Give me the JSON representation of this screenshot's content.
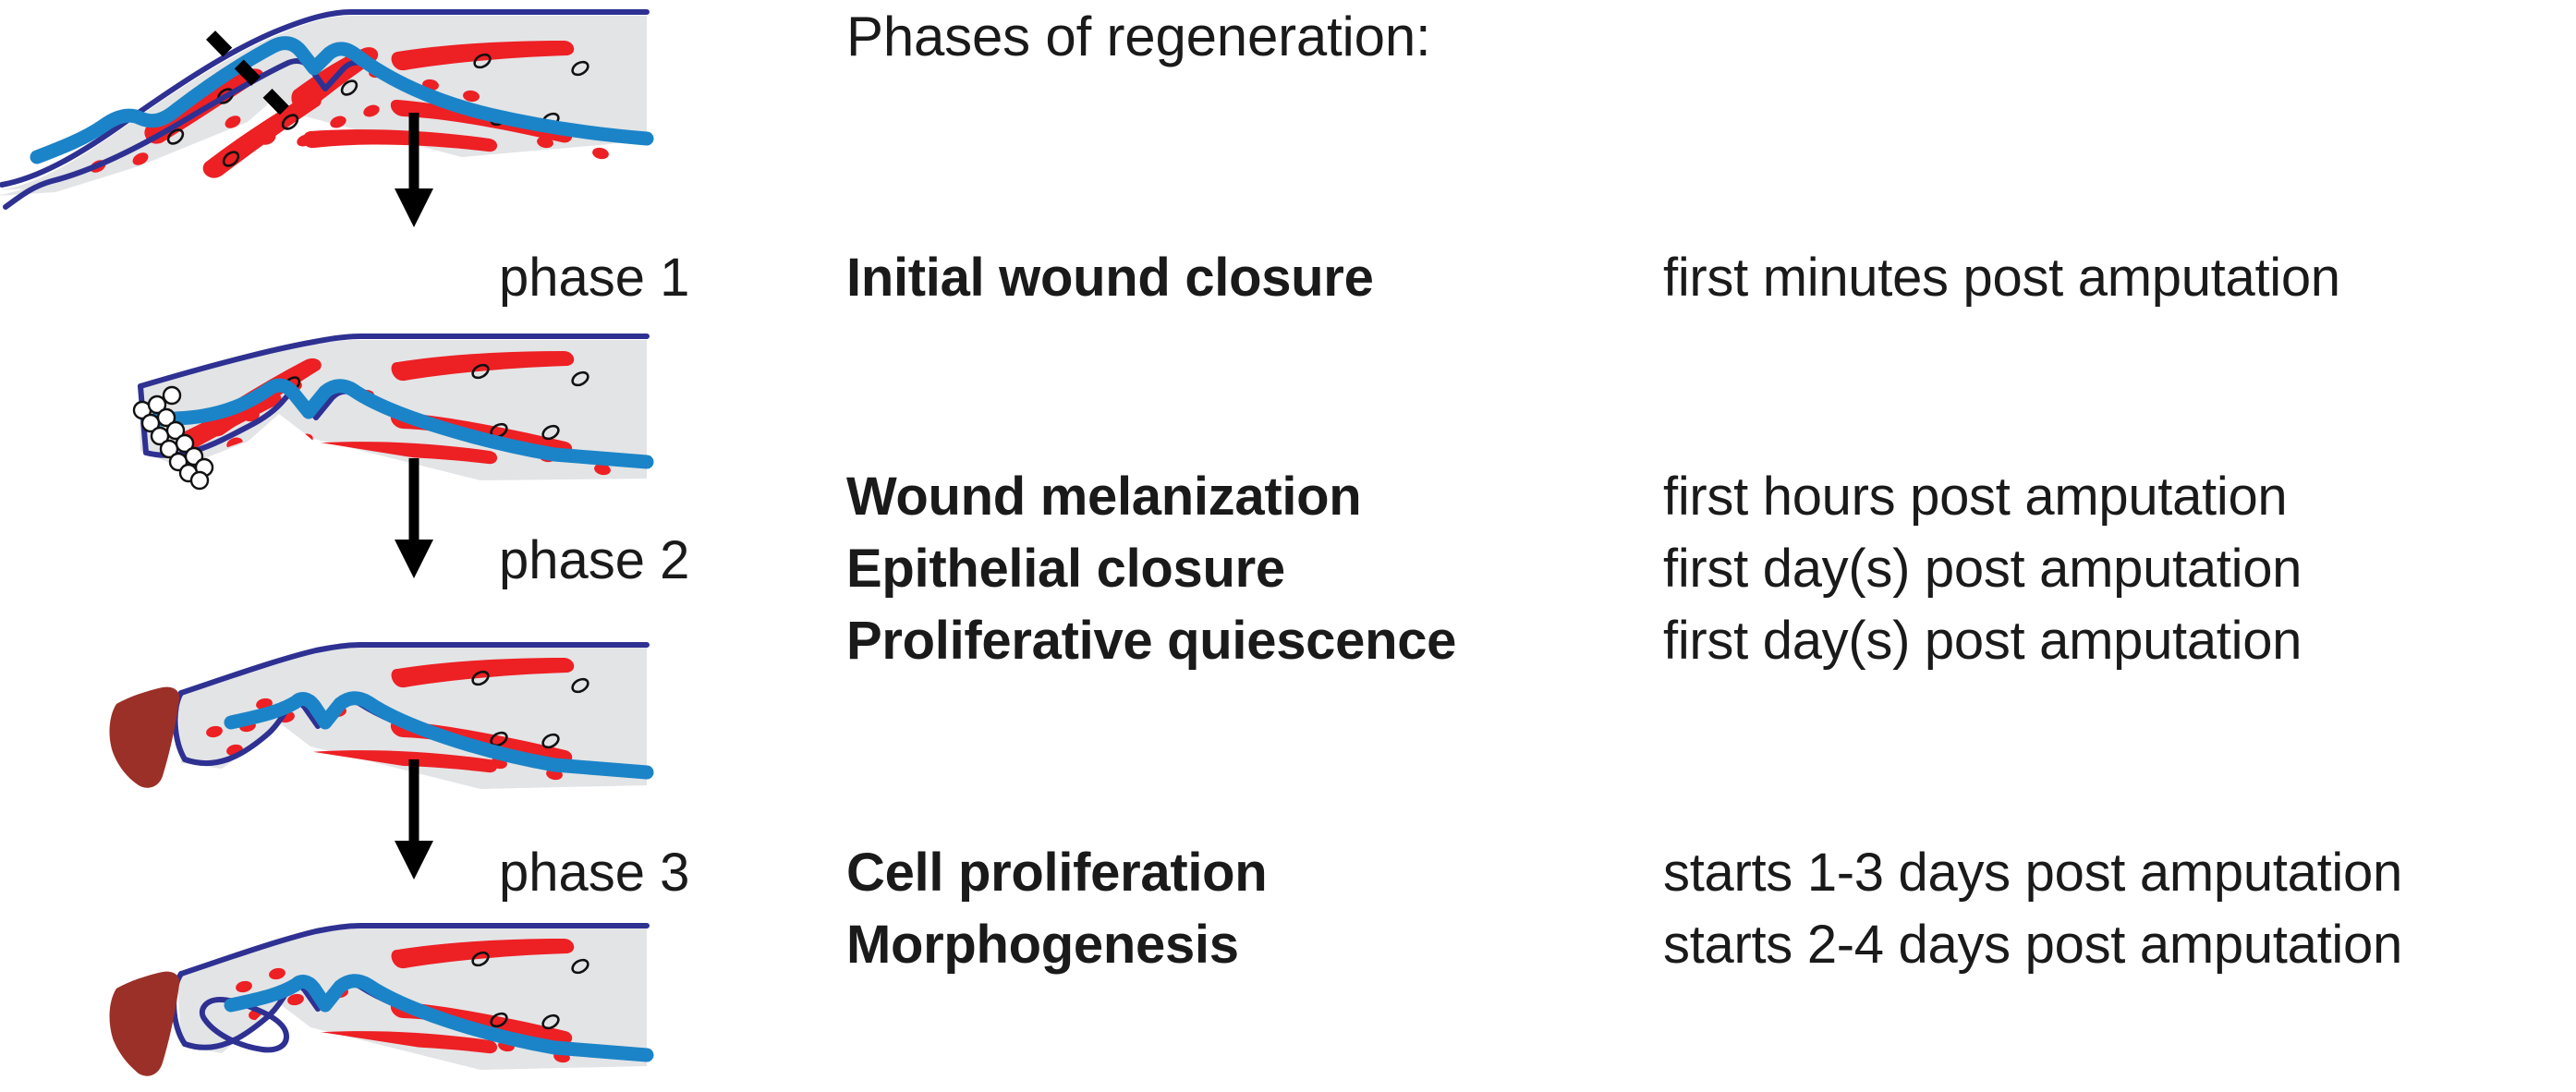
{
  "figure": {
    "heading": "Phases of regeneration:",
    "phases": [
      {
        "label": "phase 1",
        "rows": [
          {
            "event": "Initial wound closure",
            "timing": "first minutes post amputation"
          }
        ]
      },
      {
        "label": "phase 2",
        "rows": [
          {
            "event": "Wound melanization",
            "timing": "first hours post amputation"
          },
          {
            "event": "Epithelial closure",
            "timing": "first day(s) post amputation"
          },
          {
            "event": "Proliferative quiescence",
            "timing": "first day(s) post amputation"
          }
        ]
      },
      {
        "label": "phase 3",
        "rows": [
          {
            "event": "Cell proliferation",
            "timing": "starts 1-3 days post amputation"
          },
          {
            "event": "Morphogenesis",
            "timing": "starts 2-4 days post amputation"
          }
        ]
      }
    ]
  },
  "illustrations": [
    {
      "name": "intact-fin-with-amputation-plane",
      "stage": "intact fin before amputation",
      "features": [
        "fin-ray-tissue",
        "red-muscle-bundles",
        "blue-vessel",
        "black-dashed-amputation-line"
      ]
    },
    {
      "name": "amputated-fin-with-cell-cluster",
      "stage": "immediately after amputation",
      "features": [
        "fin-ray-tissue",
        "red-muscle-bundles",
        "blue-vessel",
        "white-cell-cluster-at-stump"
      ]
    },
    {
      "name": "melanized-stump-fin",
      "stage": "melanized wound with epithelial closure",
      "features": [
        "fin-ray-tissue",
        "red-muscle-bundles",
        "blue-vessel",
        "dark-melanized-scab"
      ]
    },
    {
      "name": "blastema-forming-fin",
      "stage": "blastema formation and morphogenesis",
      "features": [
        "fin-ray-tissue",
        "red-muscle-bundles",
        "blue-vessel",
        "dark-melanized-scab",
        "blastema-outline"
      ]
    }
  ],
  "colors": {
    "tissue_fill": "#E3E4E6",
    "ray_outline": "#2E3192",
    "muscle_red": "#ED2024",
    "vessel_blue": "#1B84C8",
    "melanin_scab": "#9B3028",
    "arrow_black": "#000000",
    "text_black": "#1a1a1a",
    "background": "#FFFFFF"
  },
  "arrows": [
    {
      "name": "arrow-phase-1",
      "direction": "down"
    },
    {
      "name": "arrow-phase-2",
      "direction": "down"
    },
    {
      "name": "arrow-phase-3",
      "direction": "down"
    }
  ]
}
